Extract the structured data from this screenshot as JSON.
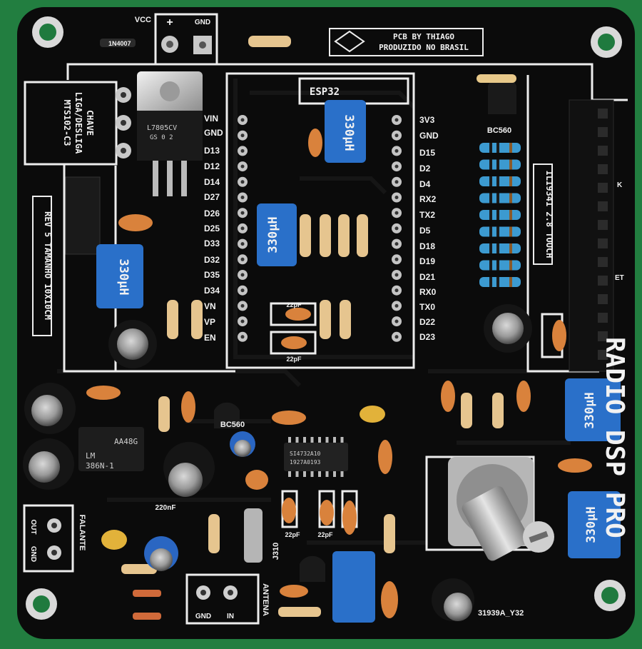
{
  "board": {
    "maker_line1": "PCB BY THIAGO",
    "maker_line2": "PRODUZIDO NO BRASIL",
    "vcc_label": "VCC",
    "plus_label": "+",
    "gnd_label": "GND",
    "switch_label_1": "CHAVE",
    "switch_label_2": "LIGA/DESLIGA",
    "switch_label_3": "MTS102-C3",
    "revision": "REV 5 TAMANHO 10X10CM",
    "esp_title": "ESP32",
    "display_label": "ILI9341 2.8 TOUCH",
    "radio_title": "RADIO DSP PRO",
    "speaker_label": "FALANTE",
    "antenna_label": "ANTENA",
    "out_label": "OUT",
    "gnd_small": "GND",
    "in_label": "IN",
    "bc560_top": "BC560",
    "bc560_bottom": "BC560",
    "j310": "J310",
    "lm386_line1": "LM",
    "lm386_line2": "386N-1",
    "lm386_code": "AA48G",
    "si4732_line1": "SI4732A10",
    "si4732_line2": "1927A0193",
    "regulator_line1": "L7805CV",
    "regulator_line2": "GS 0 2",
    "diode_label": "1N4007",
    "cap_note": "220nF",
    "cap_22pf": "22pF",
    "inductor": "330µH",
    "bottom_code": "31939A_Y32",
    "lcd_k": "K",
    "lcd_et": "ET"
  },
  "esp_left_pins": [
    "VIN",
    "GND",
    "D13",
    "D12",
    "D14",
    "D27",
    "D26",
    "D25",
    "D33",
    "D32",
    "D35",
    "D34",
    "VN",
    "VP",
    "EN"
  ],
  "esp_right_pins": [
    "3V3",
    "GND",
    "D15",
    "D2",
    "D4",
    "RX2",
    "TX2",
    "D5",
    "D18",
    "D19",
    "D21",
    "RX0",
    "TX0",
    "D22",
    "D23"
  ]
}
